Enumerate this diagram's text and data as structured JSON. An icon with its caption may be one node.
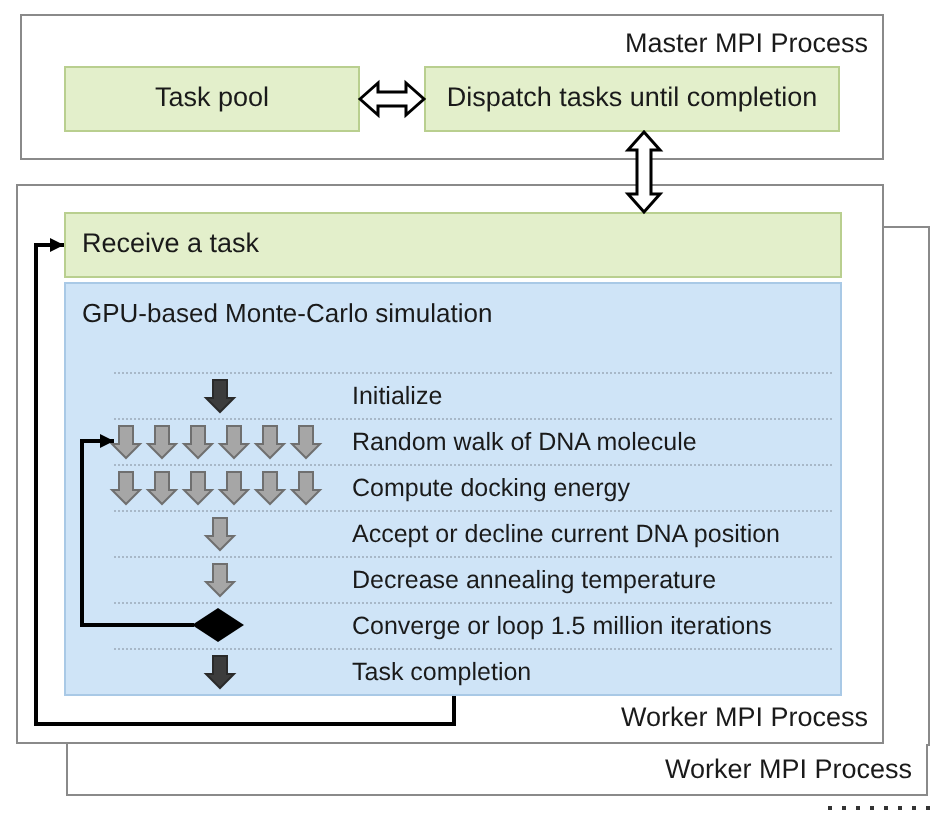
{
  "diagram": {
    "nodes": [
      {
        "text": [
          "Master MPI Process"
        ]
      },
      {
        "text": [
          "Task pool"
        ],
        "in": 0
      },
      {
        "text": [
          "Dispatch tasks until completion"
        ],
        "in": 0
      },
      {
        "text": [
          "Worker MPI Process"
        ]
      },
      {
        "text": [
          "Worker MPI Process"
        ]
      },
      {
        "text": [
          "Receive a task"
        ],
        "in": 4
      },
      {
        "text": [
          "GPU-based Monte-Carlo simulation"
        ],
        "in": 4
      },
      {
        "text": [
          "Initialize"
        ],
        "in": 6
      },
      {
        "text": [
          "Random walk of DNA molecule"
        ],
        "in": 6
      },
      {
        "text": [
          "Compute docking energy"
        ],
        "in": 6
      },
      {
        "text": [
          "Accept or decline current DNA position"
        ],
        "in": 6
      },
      {
        "text": [
          "Decrease annealing temperature"
        ],
        "in": 6
      },
      {
        "text": [
          "Converge or loop 1.5 million iterations"
        ],
        "in": 6
      },
      {
        "text": [
          "Task completion"
        ],
        "in": 6
      },
      {
        "text": [],
        "shape": "diamond",
        "in": 12
      }
    ],
    "edges": [
      {
        "from": 1,
        "to": 2,
        "arrow": "both"
      },
      {
        "from": 2,
        "to": 5,
        "arrow": "both"
      },
      {
        "from": 14,
        "to": 8,
        "arrow": "to"
      },
      {
        "from": 6,
        "to": 5,
        "arrow": "to"
      }
    ]
  }
}
